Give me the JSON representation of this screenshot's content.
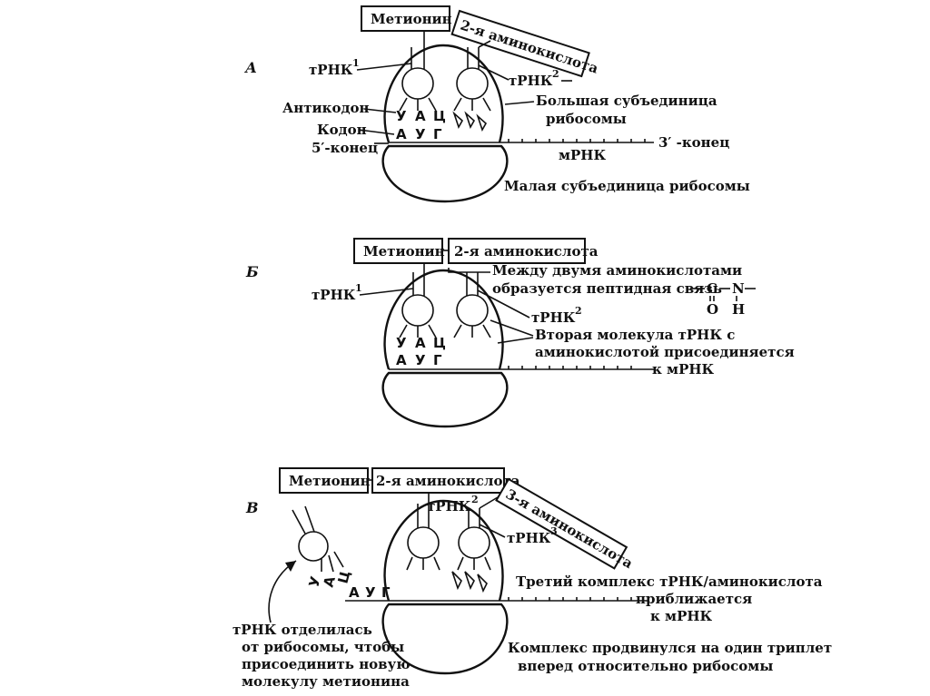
{
  "panel_a": {
    "letter": "А",
    "box_met": "Метионин",
    "box_aa2": "2-я аминокислота",
    "trna1": "тРНК",
    "trna1_sup": "1",
    "trna2": "тРНК",
    "trna2_sup": "2",
    "anticodon": "Антикодон",
    "codon": "Кодон",
    "five_end": "5′-конец",
    "three_end": "3′ -конец",
    "mrna": "мРНК",
    "big_subunit_1": "Большая субъединица",
    "big_subunit_2": "рибосомы",
    "small_subunit": "Малая субъединица рибосомы",
    "anticodon_bases": [
      "У",
      "А",
      "Ц"
    ],
    "codon_bases": [
      "А",
      "У",
      "Г"
    ]
  },
  "panel_b": {
    "letter": "Б",
    "box_met": "Метионин",
    "box_aa2": "2-я аминокислота",
    "peptide_1": "Между двумя аминокислотами",
    "peptide_2": "образуется пептидная связь",
    "bond_c": "C",
    "bond_n": "N",
    "bond_o": "O",
    "bond_h": "H",
    "trna1": "тРНК",
    "trna1_sup": "1",
    "trna2": "тРНК",
    "trna2_sup": "2",
    "second_1": "Вторая молекула тРНК с",
    "second_2": "аминокислотой присоединяется",
    "second_3": "к мРНК",
    "anticodon_bases": [
      "У",
      "А",
      "Ц"
    ],
    "codon_bases": [
      "А",
      "У",
      "Г"
    ]
  },
  "panel_c": {
    "letter": "В",
    "box_met": "Метионин",
    "box_aa2": "2-я аминокислота",
    "box_aa3": "3-я аминокислота",
    "trna2": "тРНК",
    "trna2_sup": "2",
    "trna3": "тРНК",
    "trna3_sup": "3",
    "third_1": "Третий комплекс тРНК/аминокислота",
    "third_2": "приближается",
    "third_3": "к мРНК",
    "detached_1": "тРНК отделилась",
    "detached_2": "от рибосомы, чтобы",
    "detached_3": "присоединить новую",
    "detached_4": "молекулу метионина",
    "moved_1": "Комплекс продвинулся на один триплет",
    "moved_2": "вперед относительно рибосомы",
    "detached_bases": [
      "У",
      "А",
      "Ц"
    ],
    "codon_bases": [
      "А",
      "У",
      "Г"
    ]
  }
}
